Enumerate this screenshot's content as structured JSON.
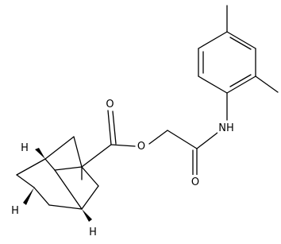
{
  "molecule": {
    "atom_labels": {
      "ester_oxygen": "O",
      "ester_carbonyl_oxygen": "O",
      "amide_carbonyl_oxygen": "O",
      "amide_nitrogen": "NH",
      "bridgehead_h_top": "H",
      "bridgehead_h_left": "H",
      "bridgehead_h_bottom": "H"
    },
    "colors": {
      "bond": "#000000",
      "label": "#000000",
      "background": "#ffffff"
    }
  }
}
